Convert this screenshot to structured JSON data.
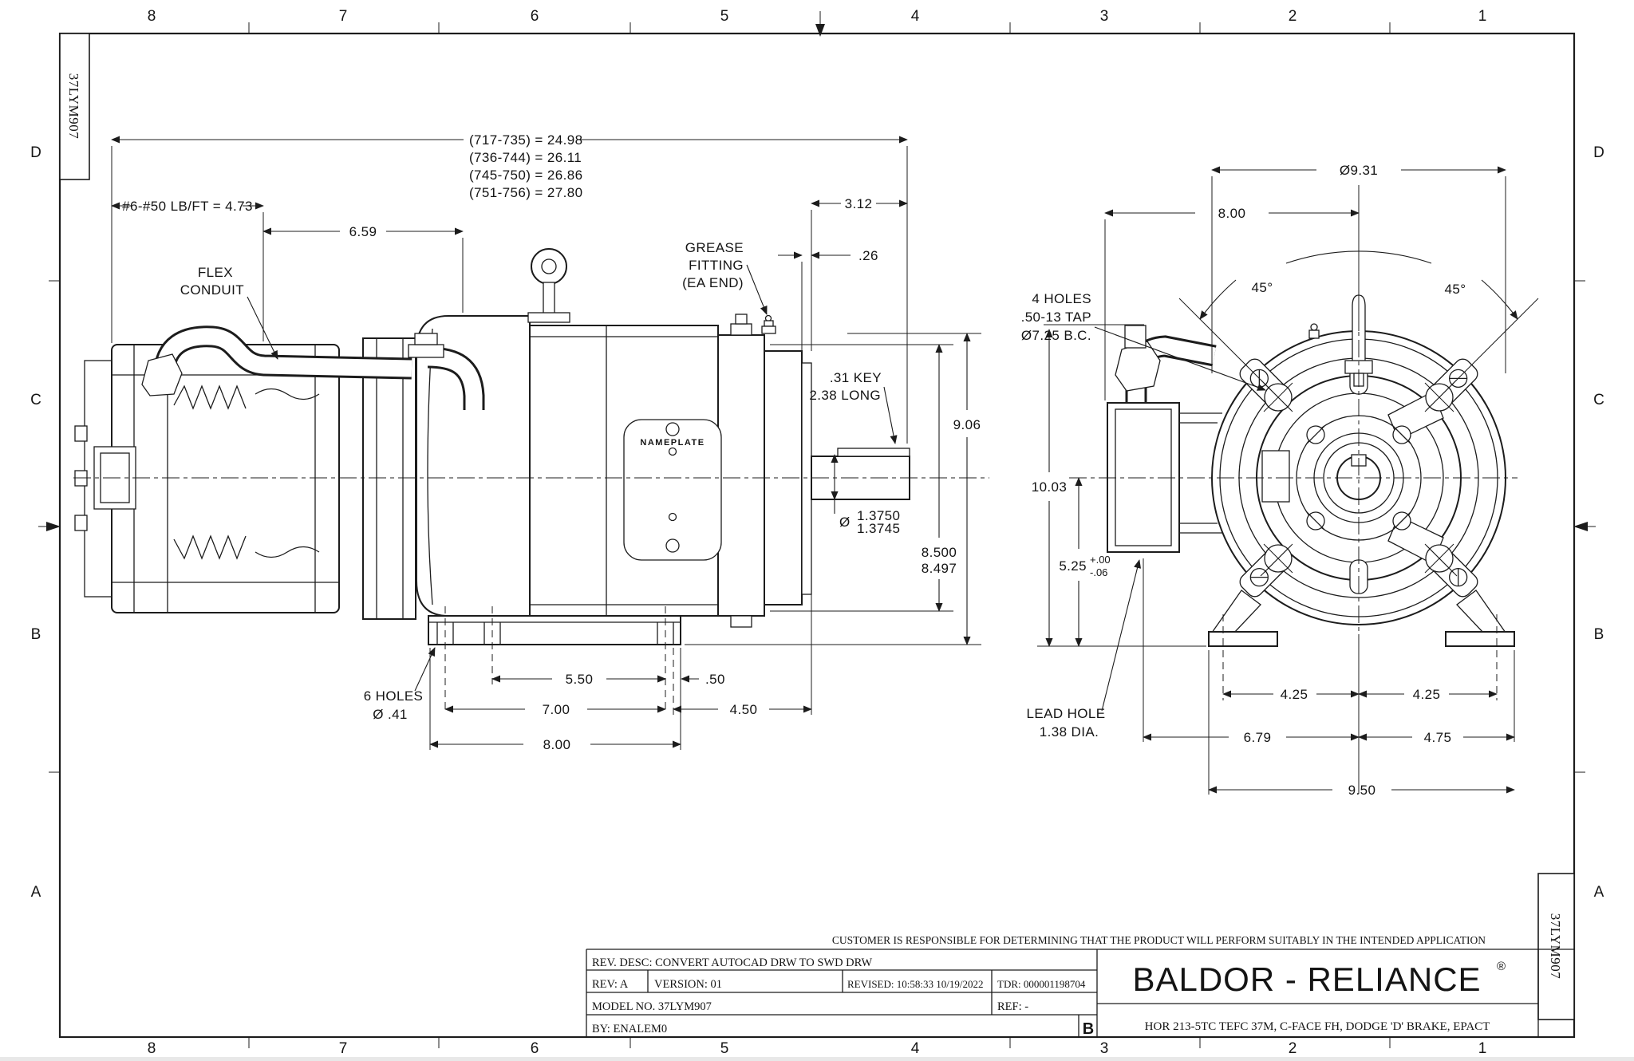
{
  "sheet": {
    "doc_number": "37LYM907",
    "grid_cols": [
      "8",
      "7",
      "6",
      "5",
      "4",
      "3",
      "2",
      "1"
    ],
    "grid_rows": [
      "D",
      "C",
      "B",
      "A"
    ]
  },
  "side": {
    "overall_dims": [
      "(717-735) = 24.98",
      "(736-744) = 26.11",
      "(745-750) = 26.86",
      "(751-756) = 27.80"
    ],
    "hanger_dim": "#6-#50 LB/FT = 4.73",
    "dim_659": "6.59",
    "flex_1": "FLEX",
    "flex_2": "CONDUIT",
    "grease_1": "GREASE",
    "grease_2": "FITTING",
    "grease_3": "(EA END)",
    "dim_312": "3.12",
    "dim_026": ".26",
    "key_1": ".31 KEY",
    "key_2": "2.38 LONG",
    "dim_906": "9.06",
    "drum_1": "8.500",
    "drum_2": "8.497",
    "phi": "Ø",
    "shaft_1": "1.3750",
    "shaft_2": "1.3745",
    "holes_1": "6 HOLES",
    "holes_2": "Ø .41",
    "dim_550": "5.50",
    "dim_050": ".50",
    "dim_700": "7.00",
    "dim_450": "4.50",
    "dim_800": "8.00",
    "nameplate": "NAMEPLATE"
  },
  "front": {
    "dim_dia": "Ø9.31",
    "dim_800": "8.00",
    "angle_l": "45°",
    "angle_r": "45°",
    "holes_1": "4 HOLES",
    "holes_2": ".50-13 TAP",
    "holes_3": "Ø7.25 B.C.",
    "dim_1003": "10.03",
    "dim_525": "5.25",
    "tol_p": "+.00",
    "tol_m": "-.06",
    "lead_1": "LEAD HOLE",
    "lead_2": "1.38 DIA.",
    "dim_425l": "4.25",
    "dim_425r": "4.25",
    "dim_679": "6.79",
    "dim_475": "4.75",
    "dim_950": "9.50"
  },
  "tb": {
    "disclaimer": "CUSTOMER IS RESPONSIBLE FOR DETERMINING THAT THE PRODUCT WILL PERFORM SUITABLY IN THE INTENDED APPLICATION",
    "rev_desc": "REV. DESC: CONVERT AUTOCAD DRW TO SWD DRW",
    "rev": "REV:   A",
    "version": "VERSION:  01",
    "revised": "REVISED:  10:58:33 10/19/2022",
    "tdr": "TDR: 000001198704",
    "model_no": "MODEL NO.   37LYM907",
    "ref": "REF:  -",
    "by": "BY: ENALEM0",
    "size": "B",
    "brand": "BALDOR - RELIANCE",
    "reg_mark": "®",
    "description": "HOR 213-5TC TEFC 37M, C-FACE FH, DODGE 'D' BRAKE, EPACT"
  }
}
